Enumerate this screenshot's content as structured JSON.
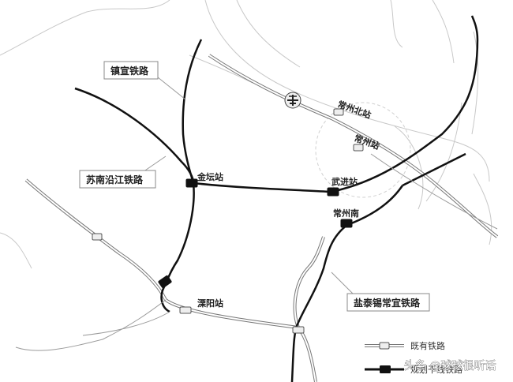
{
  "stations": {
    "changzhou_north": "常州北站",
    "changzhou": "常州站",
    "jintan": "金坛站",
    "wujin": "武进站",
    "changzhou_south": "常州南",
    "liyang": "溧阳站"
  },
  "lines": {
    "zhenxuan": "镇宣铁路",
    "sunan_yanjiang": "苏南沿江铁路",
    "yantai_xichangyi": "盐泰锡常宜铁路"
  },
  "legend": {
    "existing": "既有铁路",
    "planned": "规划干线铁路"
  },
  "watermark": "头条 @球球很听话",
  "icons": {
    "airport": "airplane-icon"
  }
}
